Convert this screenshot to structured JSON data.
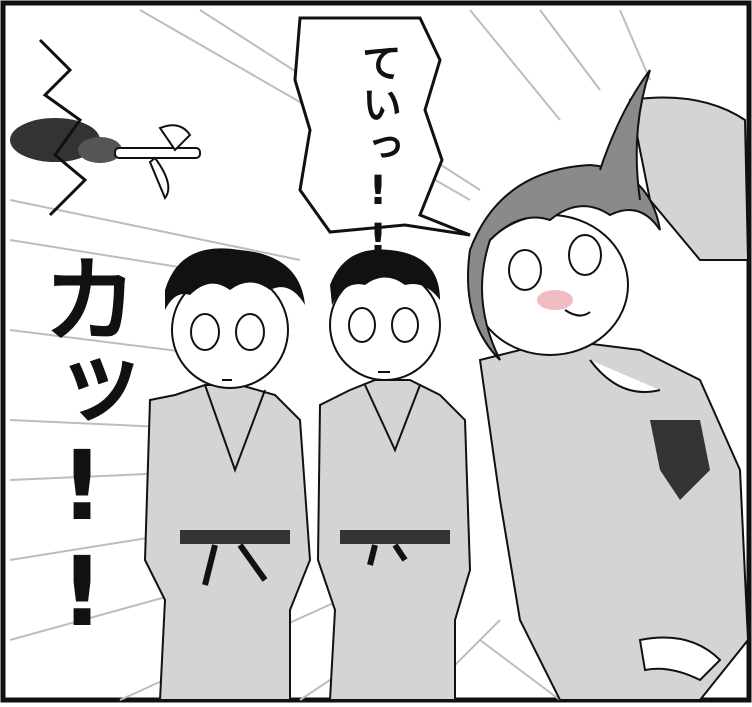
{
  "panel": {
    "speech": "ていっ!!",
    "sound_effect": "カッ!!"
  },
  "colors": {
    "ink": "#111111",
    "paper": "#ffffff",
    "screentone": "#c9c9c9",
    "blush": "#e8a0a8"
  },
  "icons": [
    "kendama-icon",
    "speed-lines"
  ]
}
